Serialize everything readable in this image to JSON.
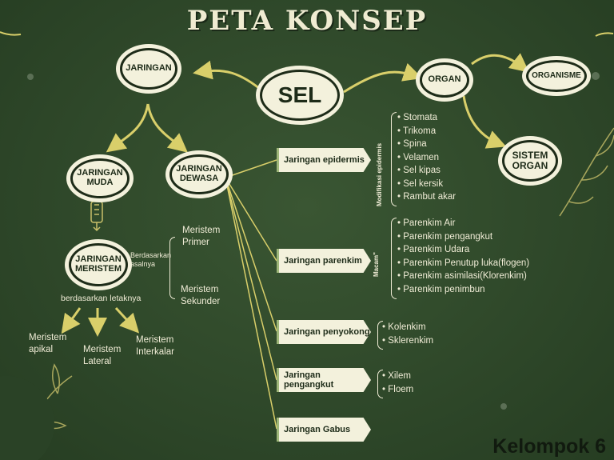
{
  "title": "PETA KONSEP",
  "nodes": {
    "sel": "SEL",
    "jaringan": "JARINGAN",
    "organ": "ORGAN",
    "organisme": "ORGANISME",
    "sistem_organ": "SISTEM ORGAN",
    "jaringan_muda": "JARINGAN MUDA",
    "jaringan_dewasa": "JARINGAN DEWASA",
    "jaringan_meristem": "JARINGAN MERISTEM"
  },
  "meristem": {
    "side_label": "Berdasarkan asalnya",
    "primer": "Meristem Primer",
    "sekunder": "Meristem Sekunder",
    "letak_label": "berdasarkan letaknya",
    "apikal": "Meristem apikal",
    "lateral": "Meristem Lateral",
    "interkalar": "Meristem Interkalar"
  },
  "tissues": [
    {
      "label": "Jaringan epidermis",
      "side_label": "Modifikasi epidermis",
      "items": [
        "Stomata",
        "Trikoma",
        "Spina",
        "Velamen",
        "Sel kipas",
        "Sel kersik",
        "Rambut akar"
      ]
    },
    {
      "label": "Jaringan parenkim",
      "side_label": "Macam\"",
      "items": [
        "Parenkim Air",
        "Parenkim pengangkut",
        "Parenkim Udara",
        "Parenkim Penutup luka(flogen)",
        "Parenkim asimilasi(Klorenkim)",
        "Parenkim penimbun"
      ]
    },
    {
      "label": "Jaringan penyokong",
      "items": [
        "Kolenkim",
        "Sklerenkim"
      ]
    },
    {
      "label": "Jaringan pengangkut",
      "items": [
        "Xilem",
        "Floem"
      ]
    },
    {
      "label": "Jaringan Gabus",
      "items": []
    }
  ],
  "footer": "Kelompok 6",
  "colors": {
    "background": "#2f4a2a",
    "node_fill": "#f3f1dc",
    "arrow": "#d9cf6a"
  }
}
